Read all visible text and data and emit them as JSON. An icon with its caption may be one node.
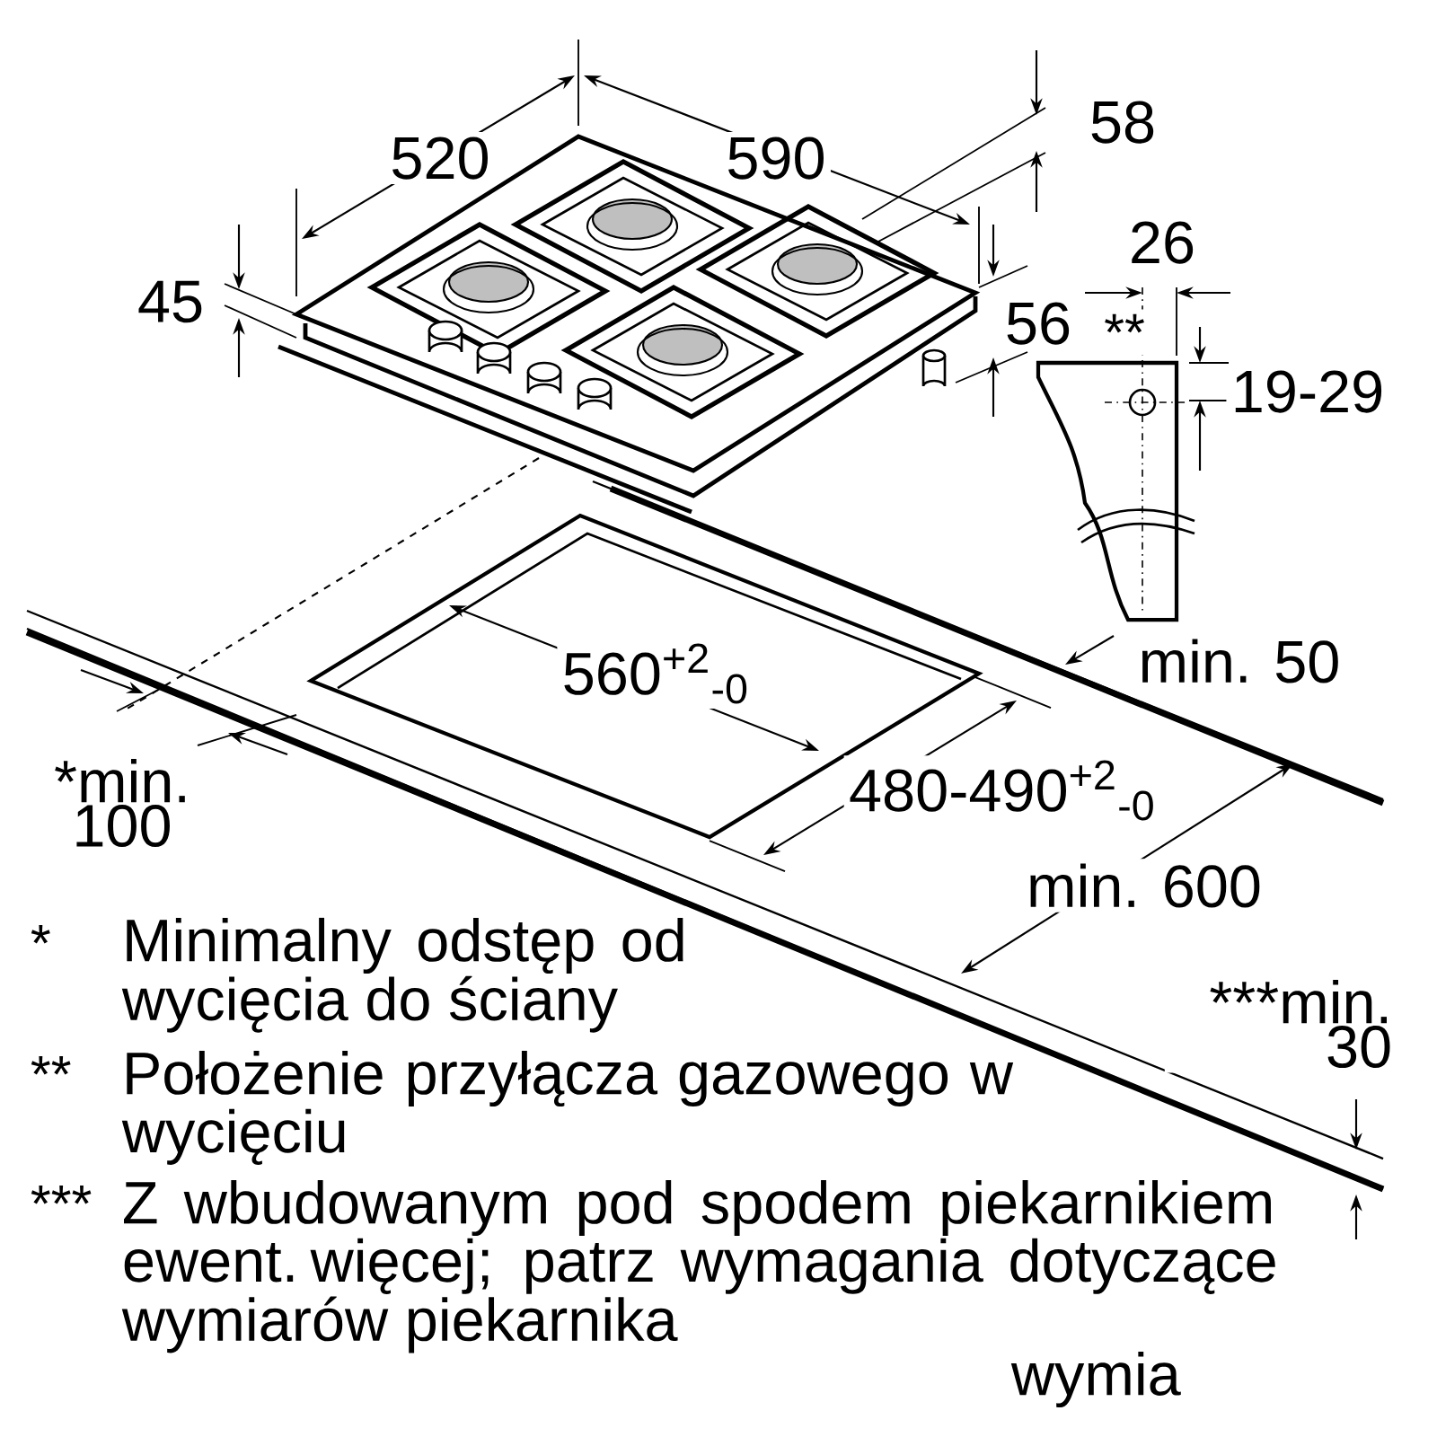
{
  "diagram": {
    "labels": [
      "520",
      "590",
      "58",
      "45",
      "26",
      "**",
      "56",
      "19-29",
      "560$^{+2}$$_{-0}$",
      "min. 50",
      "*min. 100",
      "480-490$^{+2}$$_{-0}$",
      "min. 600",
      "***min. 30",
      "*",
      "Minimalny odstęp od wycięcia do ściany",
      "**",
      "Położenie przyłącza gazowego w wycięciu",
      "***",
      "Z wbudowanym pod spodem piekarnikiem ewent. więcej; patrz wymagania dotyczące wymiarów piekarnika",
      "wymia"
    ]
  }
}
